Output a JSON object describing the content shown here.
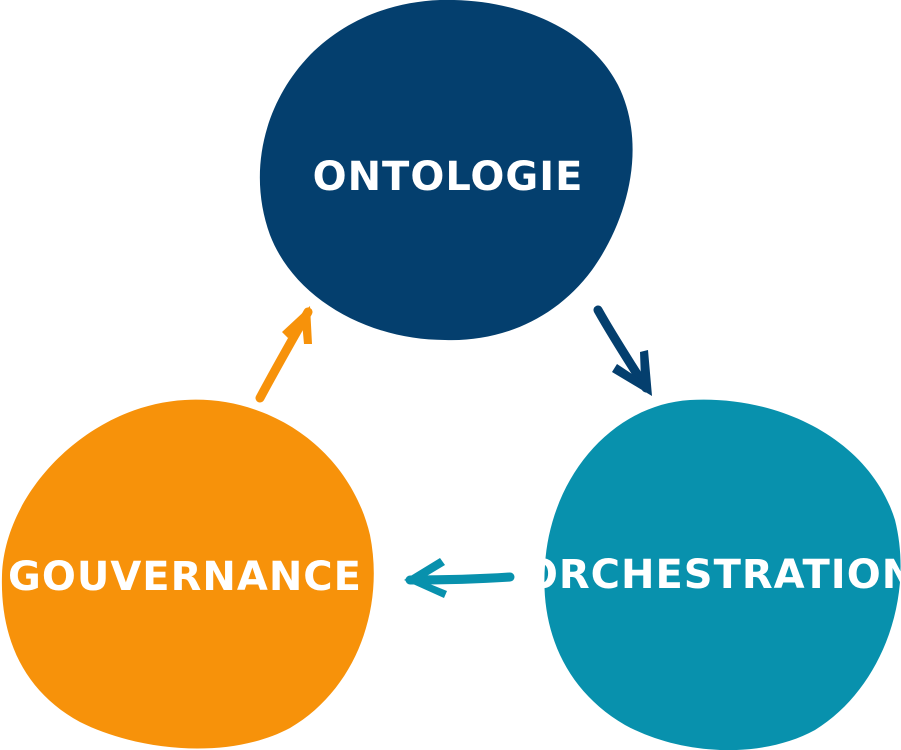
{
  "nodes": {
    "ontologie": {
      "label": "ONTOLOGIE",
      "color": "#043f6e"
    },
    "orchestration": {
      "label": "ORCHESTRATION",
      "color": "#0891ad"
    },
    "gouvernance": {
      "label": "GOUVERNANCE",
      "color": "#f7920a"
    }
  },
  "arrows": {
    "ontologie_to_orchestration": {
      "color": "#043f6e"
    },
    "orchestration_to_gouvernance": {
      "color": "#0891ad"
    },
    "gouvernance_to_ontologie": {
      "color": "#f7920a"
    }
  }
}
